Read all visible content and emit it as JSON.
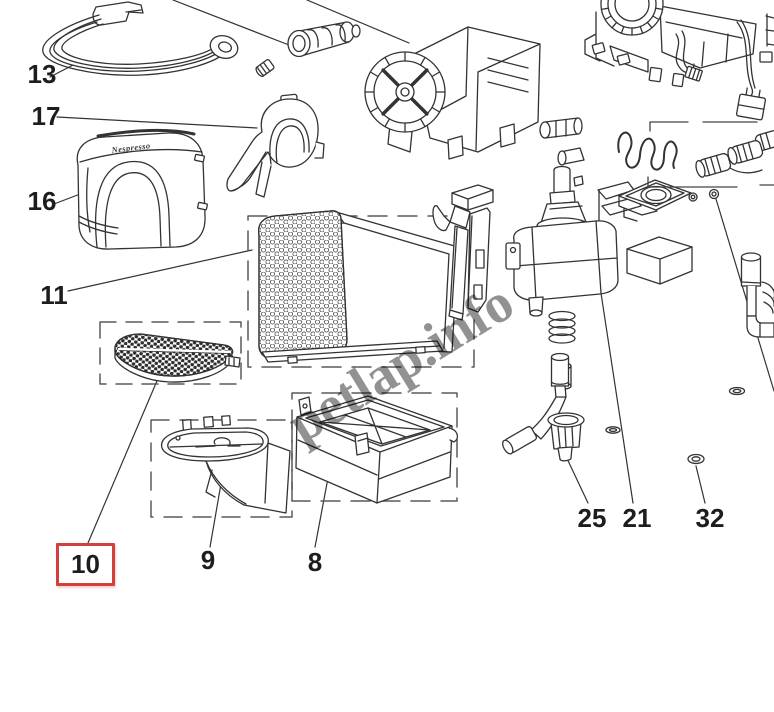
{
  "page": {
    "background": "#ffffff"
  },
  "watermark": {
    "text": "petlap.info",
    "color": "#5c5c5c"
  },
  "brand": {
    "housing_logo": "Nespresso"
  },
  "highlight": {
    "selected_part": "10",
    "box_color": "#d2403d"
  },
  "part_labels": [
    {
      "number": "13"
    },
    {
      "number": "17"
    },
    {
      "number": "16"
    },
    {
      "number": "11"
    },
    {
      "number": "10"
    },
    {
      "number": "9"
    },
    {
      "number": "8"
    },
    {
      "number": "25"
    },
    {
      "number": "21"
    },
    {
      "number": "32"
    }
  ]
}
